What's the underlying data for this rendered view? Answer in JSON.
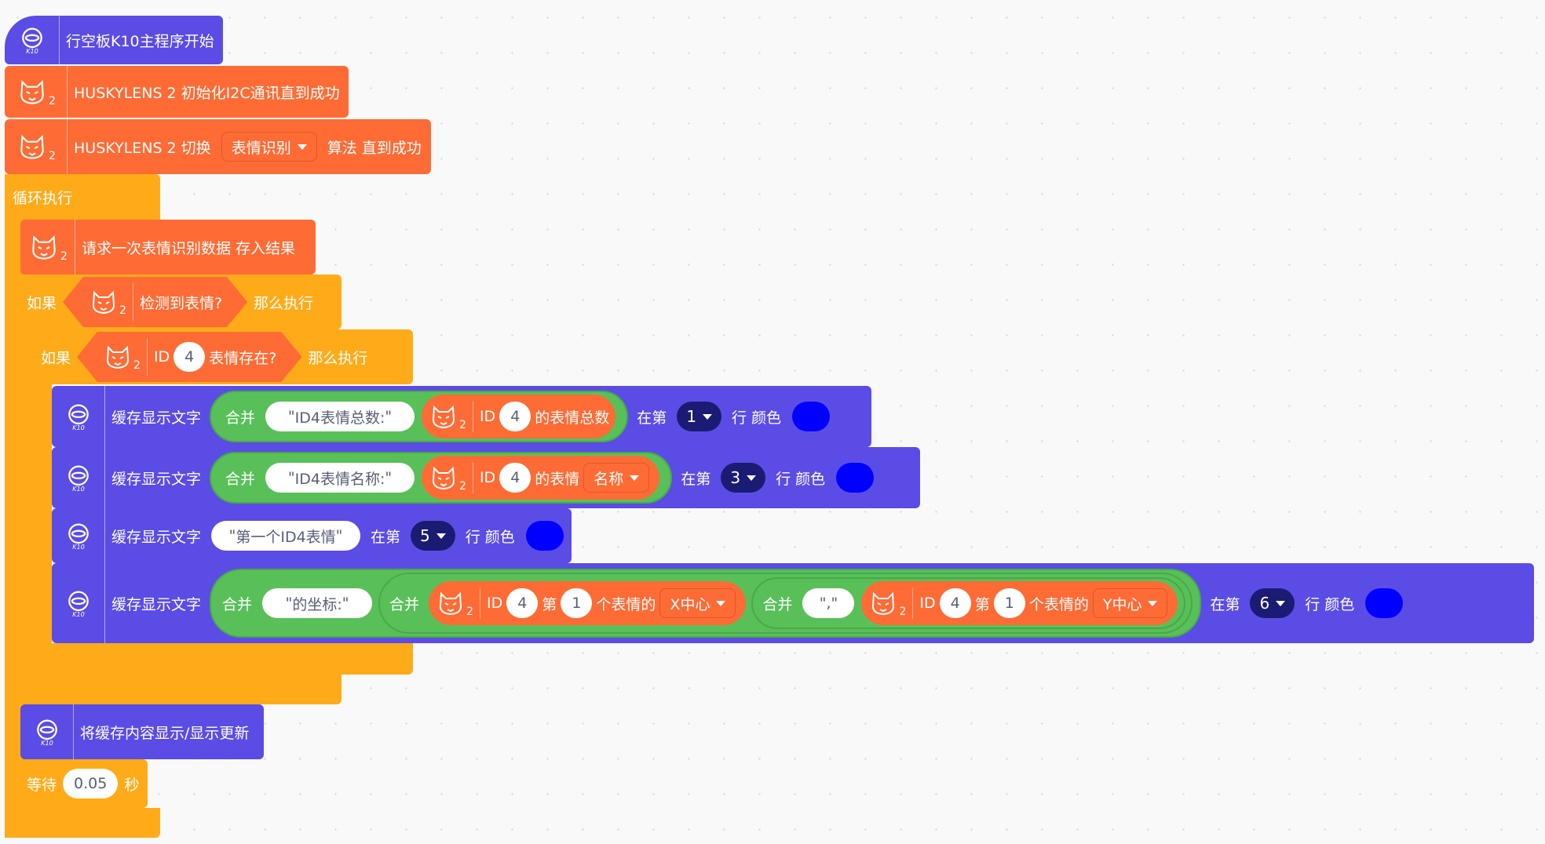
{
  "colors": {
    "k10": "#5b4ce6",
    "huskylens": "#fe6b35",
    "control": "#ffab19",
    "operator": "#59c059",
    "swatch": "#0000ff"
  },
  "icons": {
    "k10": "k10-board-icon",
    "husky": "huskylens-cat-icon",
    "k10_text": "K10",
    "husky_sub": "2"
  },
  "hat": {
    "label": "行空板K10主程序开始"
  },
  "init": {
    "label": "HUSKYLENS 2 初始化I2C通讯直到成功"
  },
  "switch_algo": {
    "prefix": "HUSKYLENS 2 切换",
    "algorithm": "表情识别",
    "suffix": "算法 直到成功"
  },
  "loop": {
    "label": "循环执行"
  },
  "request": {
    "label": "请求一次表情识别数据 存入结果"
  },
  "if1": {
    "if": "如果",
    "cond": "检测到表情?",
    "then": "那么执行"
  },
  "if2": {
    "if": "如果",
    "id_label": "ID",
    "id_value": "4",
    "cond": "表情存在?",
    "then": "那么执行"
  },
  "common": {
    "display_text": "缓存显示文字",
    "join": "合并",
    "at_row": "在第",
    "row_color": "行 颜色",
    "id": "ID"
  },
  "line1": {
    "text": "ID4表情总数:",
    "id_value": "4",
    "reporter": "的表情总数",
    "row": "1"
  },
  "line2": {
    "text": "ID4表情名称:",
    "id_value": "4",
    "reporter": "的表情",
    "field": "名称",
    "row": "3"
  },
  "line3": {
    "text": "第一个ID4表情",
    "row": "5"
  },
  "line4": {
    "text": "的坐标:",
    "sep": ",",
    "id_value": "4",
    "nth_label": "第",
    "nth_value": "1",
    "of_label": "个表情的",
    "x_field": "X中心",
    "y_field": "Y中心",
    "row": "6"
  },
  "refresh": {
    "label": "将缓存内容显示/显示更新"
  },
  "wait": {
    "label": "等待",
    "value": "0.05",
    "unit": "秒"
  }
}
